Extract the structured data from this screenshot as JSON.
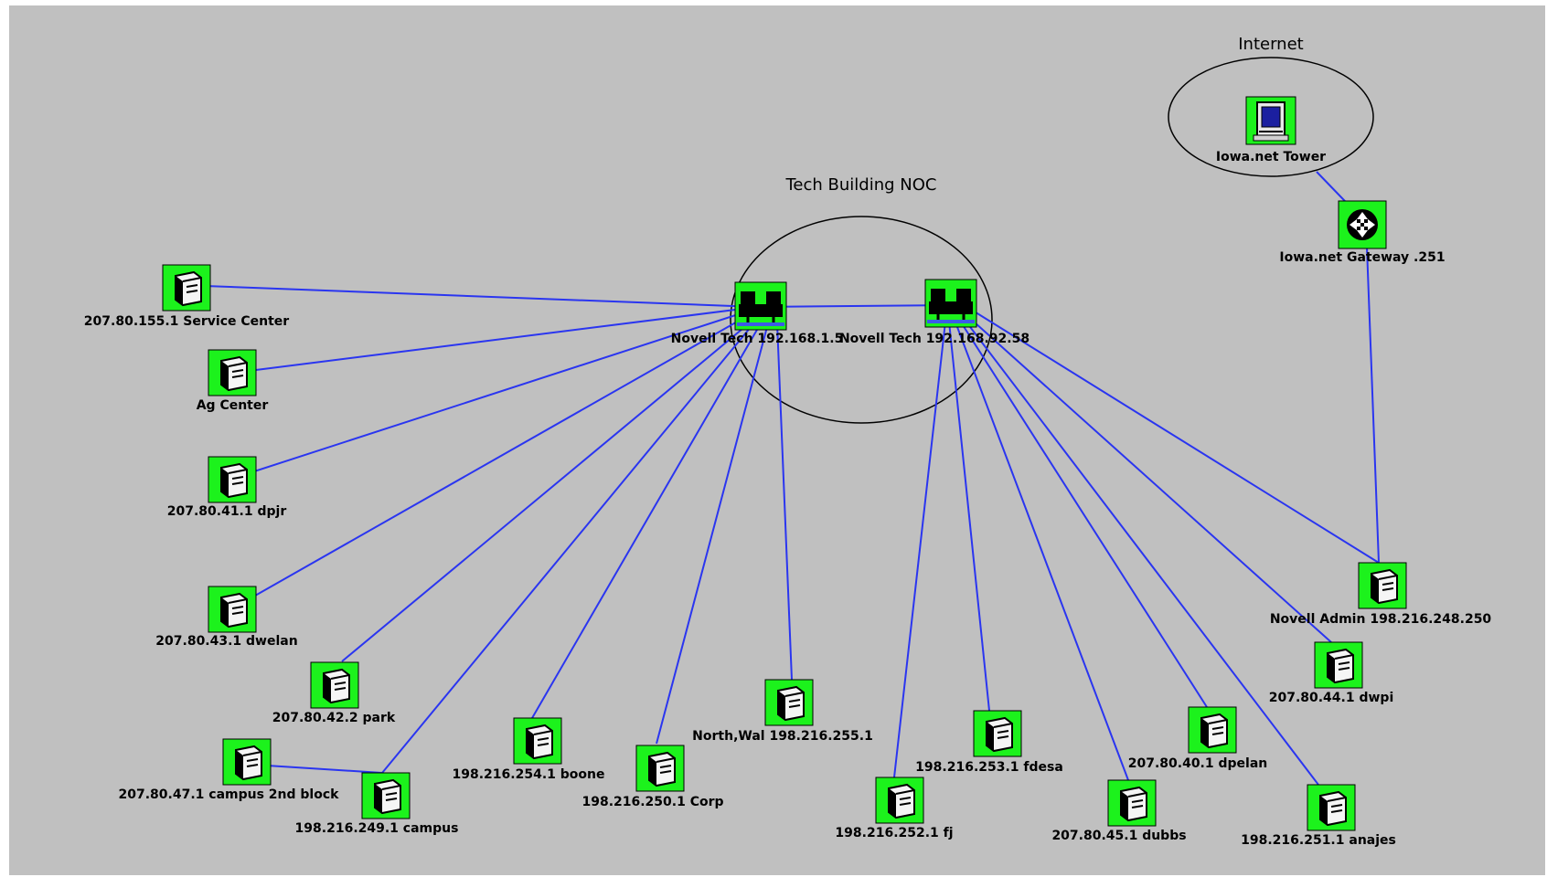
{
  "groups": {
    "noc": "Tech Building NOC",
    "internet": "Internet"
  },
  "colors": {
    "background": "#c0c0c0",
    "link": "#2a35f0",
    "icon_fill": "#1cf21c",
    "outline": "#000000"
  },
  "nodes": {
    "isp_tower": {
      "label": "Iowa.net Tower",
      "icon": "computer-icon"
    },
    "isp_gateway": {
      "label": "Iowa.net Gateway .251",
      "icon": "router-icon"
    },
    "noc_switch_1": {
      "label": "Novell Tech 192.168.1.5",
      "icon": "switch-icon"
    },
    "noc_switch_2": {
      "label": "Novell Tech 192.168.92.58",
      "icon": "switch-icon"
    },
    "service_center": {
      "label": "207.80.155.1 Service Center",
      "icon": "server-icon"
    },
    "ag_center": {
      "label": "Ag Center",
      "icon": "server-icon"
    },
    "dpjr": {
      "label": "207.80.41.1 dpjr",
      "icon": "server-icon"
    },
    "dwelan": {
      "label": "207.80.43.1 dwelan",
      "icon": "server-icon"
    },
    "park": {
      "label": "207.80.42.2 park",
      "icon": "server-icon"
    },
    "campus_2nd_block": {
      "label": "207.80.47.1 campus 2nd block",
      "icon": "server-icon"
    },
    "campus": {
      "label": "198.216.249.1 campus",
      "icon": "server-icon"
    },
    "boone": {
      "label": "198.216.254.1 boone",
      "icon": "server-icon"
    },
    "corp": {
      "label": "198.216.250.1 Corp",
      "icon": "server-icon"
    },
    "north_wal": {
      "label": "North,Wal 198.216.255.1",
      "icon": "server-icon"
    },
    "fj": {
      "label": "198.216.252.1 fj",
      "icon": "server-icon"
    },
    "fdesa": {
      "label": "198.216.253.1 fdesa",
      "icon": "server-icon"
    },
    "dubbs": {
      "label": "207.80.45.1 dubbs",
      "icon": "server-icon"
    },
    "dpelan": {
      "label": "207.80.40.1 dpelan",
      "icon": "server-icon"
    },
    "anajes": {
      "label": "198.216.251.1 anajes",
      "icon": "server-icon"
    },
    "dwpi": {
      "label": "207.80.44.1 dwpi",
      "icon": "server-icon"
    },
    "novell_admin": {
      "label": "Novell Admin 198.216.248.250",
      "icon": "server-icon"
    }
  },
  "links": [
    [
      "service_center",
      "noc_switch_1"
    ],
    [
      "ag_center",
      "noc_switch_1"
    ],
    [
      "dpjr",
      "noc_switch_1"
    ],
    [
      "dwelan",
      "noc_switch_1"
    ],
    [
      "park",
      "noc_switch_1"
    ],
    [
      "campus",
      "noc_switch_1"
    ],
    [
      "boone",
      "noc_switch_1"
    ],
    [
      "corp",
      "noc_switch_1"
    ],
    [
      "north_wal",
      "noc_switch_1"
    ],
    [
      "noc_switch_1",
      "noc_switch_2"
    ],
    [
      "campus_2nd_block",
      "campus"
    ],
    [
      "fj",
      "noc_switch_2"
    ],
    [
      "fdesa",
      "noc_switch_2"
    ],
    [
      "dubbs",
      "noc_switch_2"
    ],
    [
      "dpelan",
      "noc_switch_2"
    ],
    [
      "anajes",
      "noc_switch_2"
    ],
    [
      "dwpi",
      "noc_switch_2"
    ],
    [
      "novell_admin",
      "noc_switch_2"
    ],
    [
      "isp_tower",
      "isp_gateway"
    ],
    [
      "isp_gateway",
      "novell_admin"
    ]
  ]
}
